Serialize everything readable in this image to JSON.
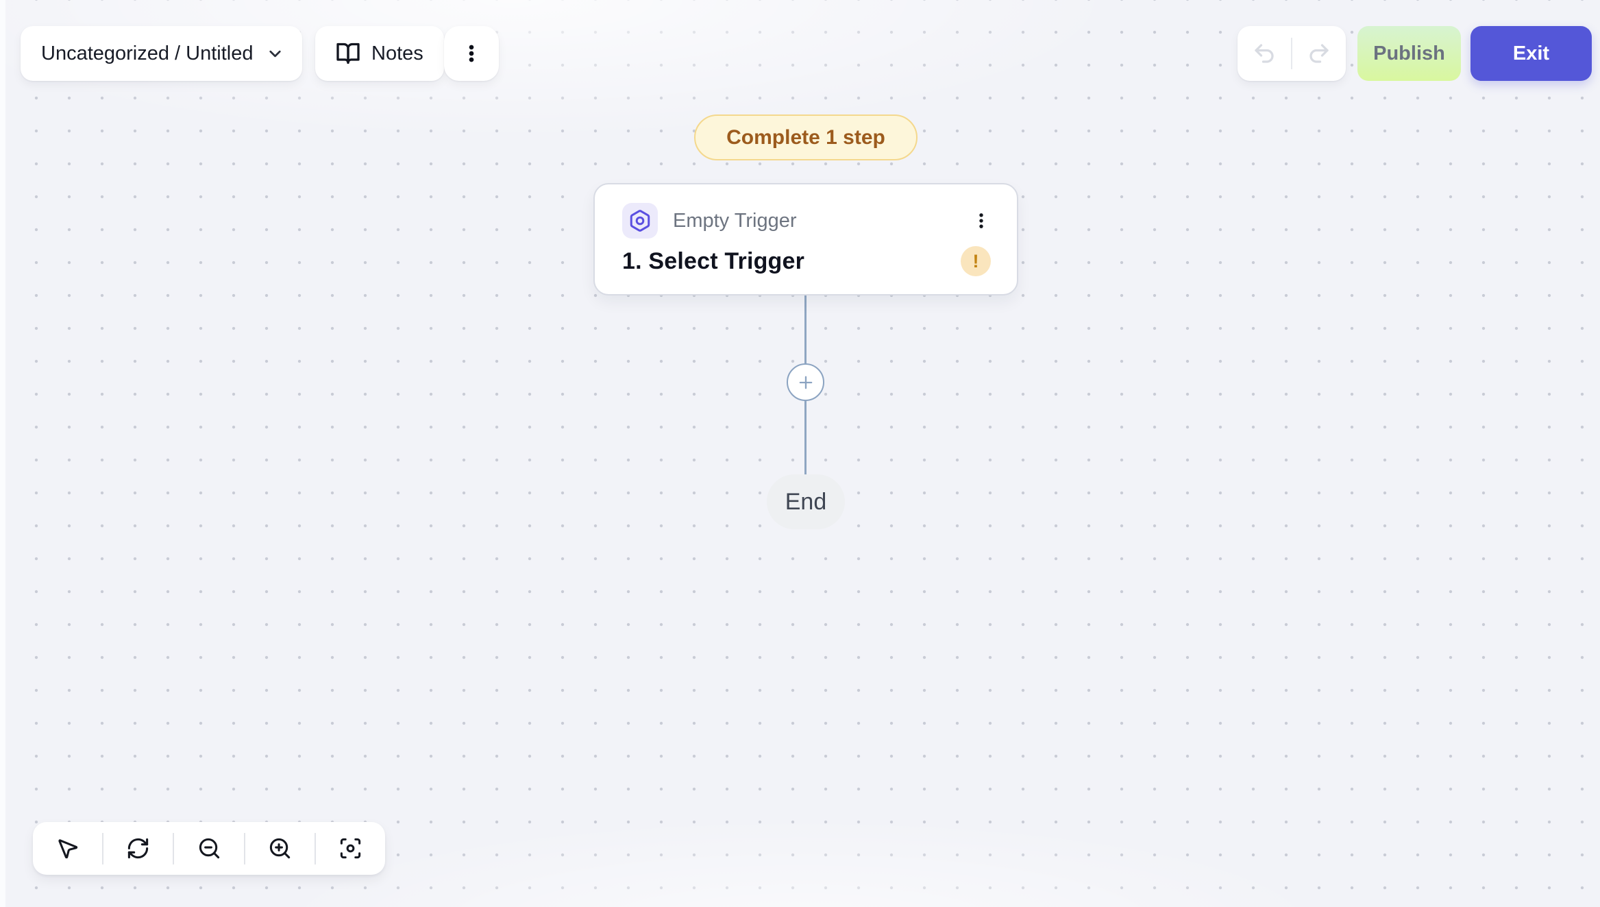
{
  "header": {
    "flow_label": "Uncategorized / Untitled",
    "notes_label": "Notes",
    "publish_label": "Publish",
    "exit_label": "Exit"
  },
  "canvas": {
    "incomplete_badge_label": "Complete 1 step",
    "end_label": "End"
  },
  "trigger_card": {
    "type_label": "Empty Trigger",
    "title": "1. Select Trigger",
    "warning_glyph": "!"
  },
  "icons": {
    "flow_dropdown": "chevron-down-icon",
    "notes": "book-open-icon",
    "header_menu": "kebab-menu-icon",
    "undo": "undo-icon",
    "redo": "redo-icon",
    "trigger_node": "hexagon-ring-icon",
    "card_menu": "kebab-menu-icon",
    "warning": "warning-exclamation-icon",
    "add_step": "plus-icon",
    "pointer_tool": "cursor-pointer-icon",
    "reset_view": "refresh-icon",
    "zoom_out": "zoom-out-icon",
    "zoom_in": "zoom-in-icon",
    "fit_view": "focus-center-icon"
  },
  "colors": {
    "canvas_bg": "#f2f3f8",
    "grid_dot": "#c9ccd6",
    "accent_indigo": "#5457d8",
    "trigger_icon": "#5a4fe1",
    "trigger_icon_bg": "#eceafb",
    "badge_bg": "#fdf6da",
    "badge_border": "#f4d88d",
    "badge_text": "#9c5b1d",
    "warning_bg": "#fae5bd",
    "warning_glyph": "#c28312",
    "publish_gradient_top": "#d7f3d1",
    "publish_gradient_bottom": "#d9f79f",
    "publish_text": "#6b7280",
    "connector": "#8fa6c2",
    "end_bg": "#eef0f2",
    "end_text": "#3f4653",
    "card_border": "#d8dbe4",
    "muted_text": "#6d7480",
    "dark_text": "#10131f"
  }
}
